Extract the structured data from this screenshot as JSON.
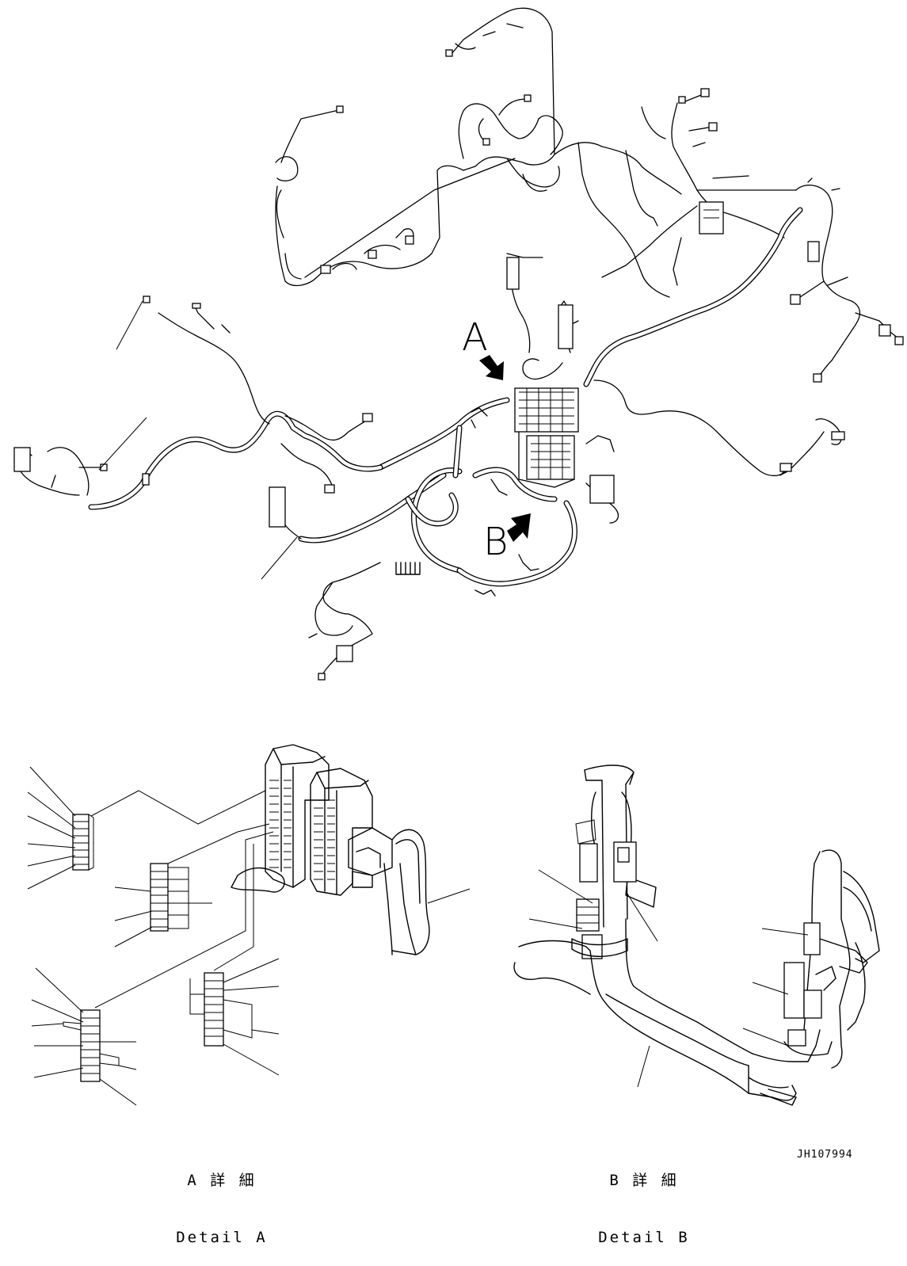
{
  "main_view": {
    "callout_a": "A",
    "callout_b": "B"
  },
  "detail_a": {
    "caption_jp": "A 詳 細",
    "caption_en": "Detail A"
  },
  "detail_b": {
    "caption_jp": "B 詳 細",
    "caption_en": "Detail B"
  },
  "drawing_code": "JH107994",
  "icons": {
    "arrow_a": "arrow-pointer-icon",
    "arrow_b": "arrow-pointer-icon"
  }
}
